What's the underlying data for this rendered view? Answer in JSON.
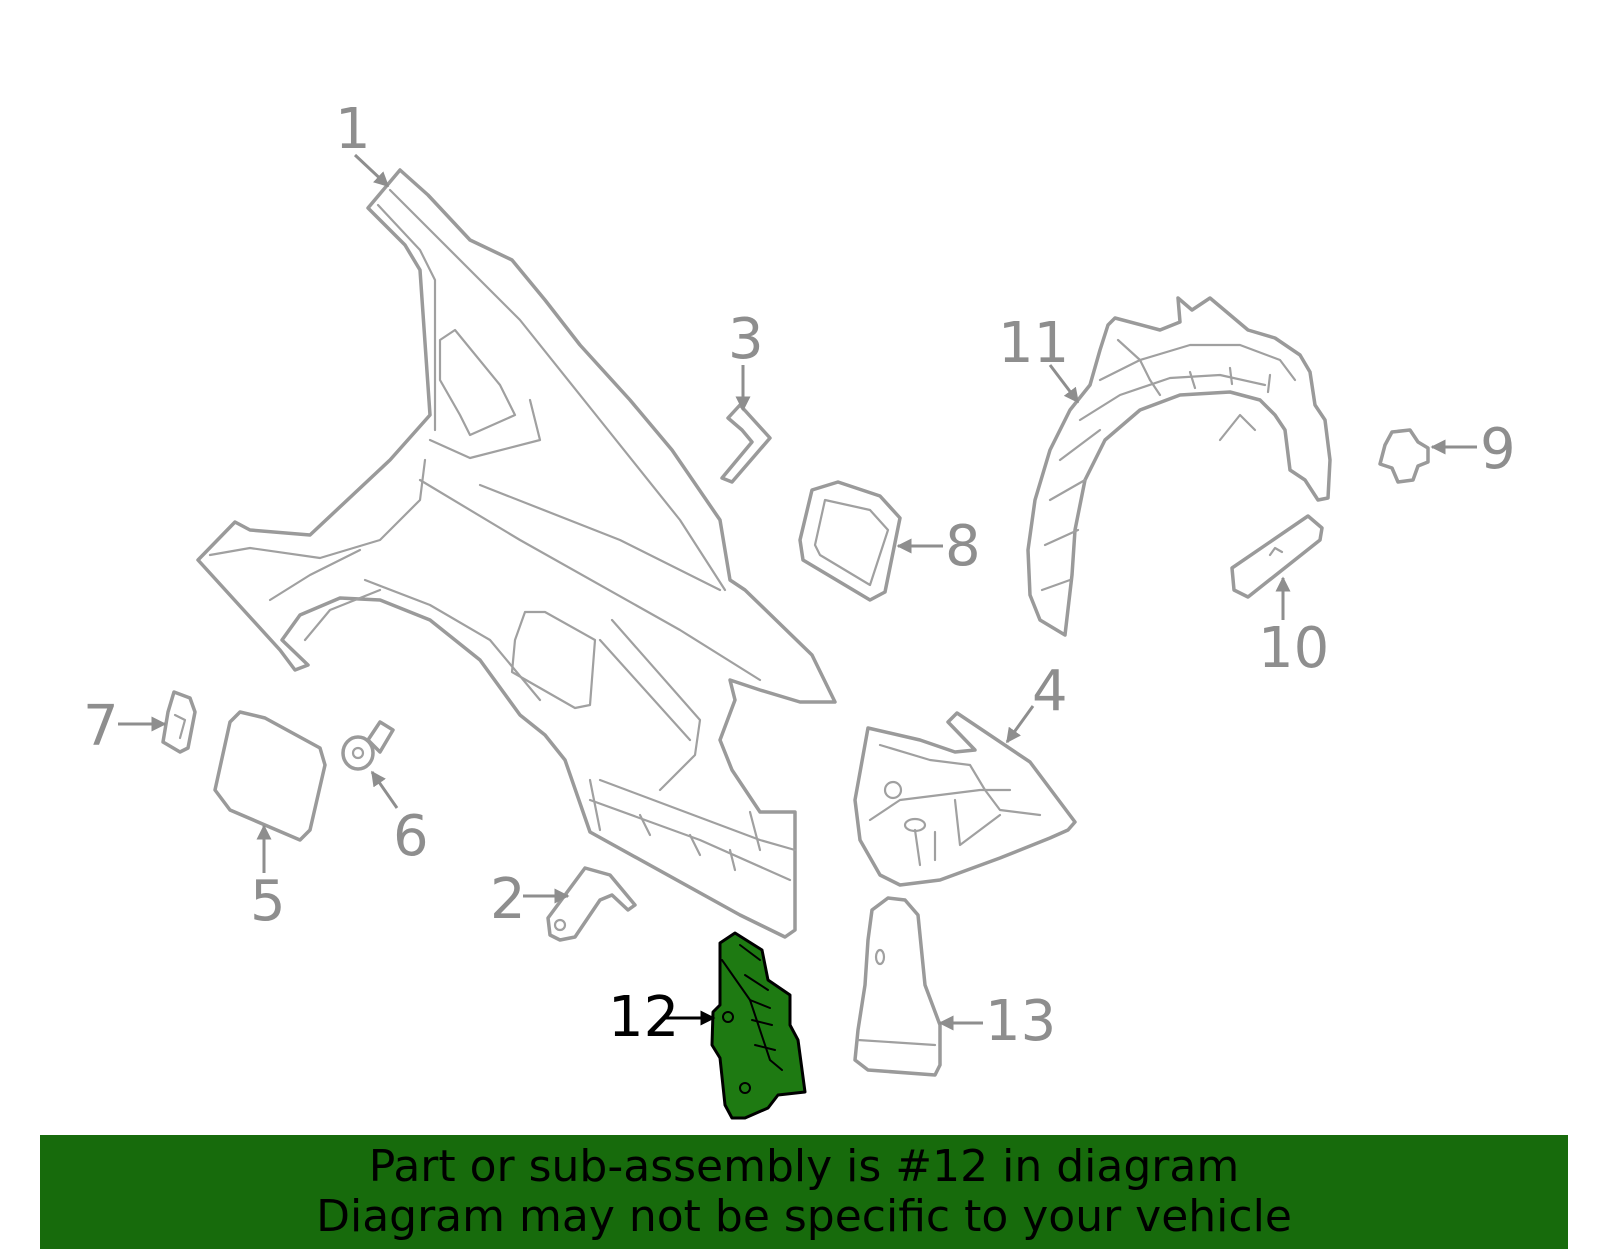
{
  "highlight_color": "#1e7a12",
  "banner_color": "#176b0c",
  "banner": {
    "line1": "Part or sub-assembly is #12 in diagram",
    "line2": "Diagram may not be specific to your vehicle"
  },
  "callouts": {
    "p1": "1",
    "p2": "2",
    "p3": "3",
    "p4": "4",
    "p5": "5",
    "p6": "6",
    "p7": "7",
    "p8": "8",
    "p9": "9",
    "p10": "10",
    "p11": "11",
    "p12": "12",
    "p13": "13"
  },
  "highlighted_part": "12"
}
